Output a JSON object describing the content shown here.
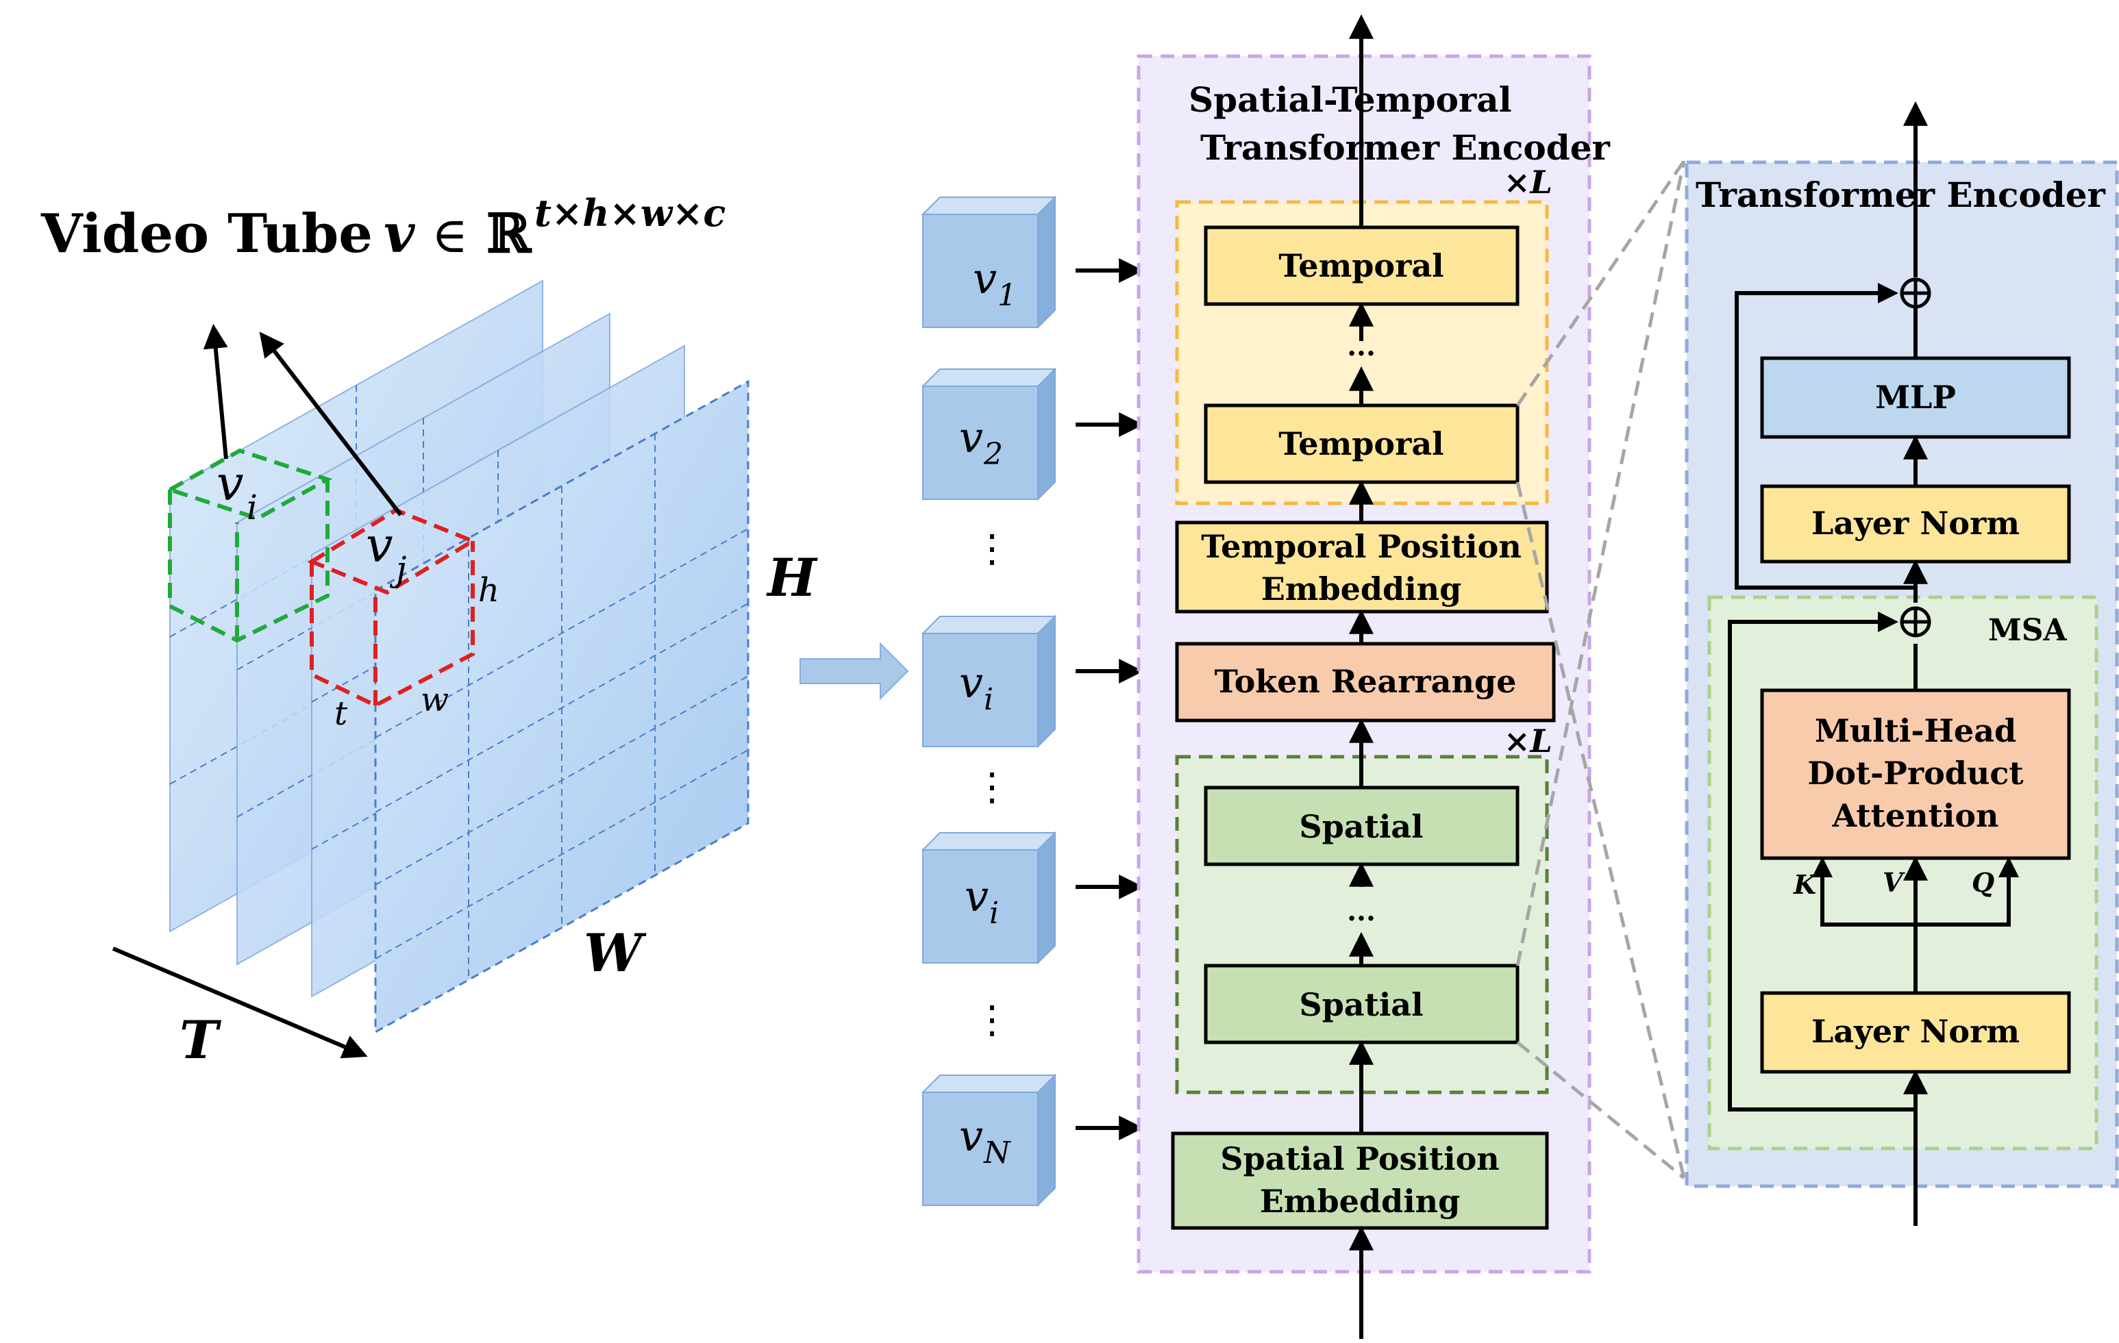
{
  "left_panel": {
    "title": "Video Tube",
    "formula": {
      "var": "v",
      "in": "∈",
      "set": "ℝ",
      "exponent": "t×h×w×c"
    },
    "tube_i": {
      "base": "v",
      "sub": "i"
    },
    "tube_j": {
      "base": "v",
      "sub": "j"
    },
    "dim_h": "h",
    "dim_t": "t",
    "dim_w": "w",
    "axis_H": "H",
    "axis_W": "W",
    "axis_T": "T"
  },
  "tokens": [
    {
      "base": "v",
      "sub": "1"
    },
    {
      "base": "v",
      "sub": "2"
    },
    {
      "base": "v",
      "sub": "i"
    },
    {
      "base": "v",
      "sub": "i"
    },
    {
      "base": "v",
      "sub": "N"
    }
  ],
  "ellipsis": "⋮",
  "dots": "···",
  "st_encoder": {
    "title_line1": "Spatial-Temporal",
    "title_line2": "Transformer Encoder",
    "repeat_temporal": "×L",
    "repeat_spatial": "×L",
    "temporal_top": "Temporal",
    "temporal_bottom": "Temporal",
    "temporal_pos_line1": "Temporal Position",
    "temporal_pos_line2": "Embedding",
    "token_rearrange": "Token Rearrange",
    "spatial_top": "Spatial",
    "spatial_bottom": "Spatial",
    "spatial_pos_line1": "Spatial Position",
    "spatial_pos_line2": "Embedding"
  },
  "transformer_encoder": {
    "title": "Transformer  Encoder",
    "plus": "⊕",
    "mlp": "MLP",
    "layer_norm_top": "Layer Norm",
    "msa_label": "MSA",
    "attention_line1": "Multi-Head",
    "attention_line2": "Dot-Product",
    "attention_line3": "Attention",
    "k": "K",
    "v": "V",
    "q": "Q",
    "layer_norm_bottom": "Layer Norm"
  },
  "colors": {
    "temporal_fill": "#fde69a",
    "temporal_group_fill": "#fff2cc",
    "temporal_group_border": "#f4b942",
    "spatial_fill": "#c6e0b4",
    "spatial_group_fill": "#e2efda",
    "spatial_group_border": "#548235",
    "rearrange_fill": "#f8cbad",
    "mlp_fill": "#bdd7ee",
    "st_panel_fill": "#efeafc",
    "st_panel_border": "#c9a6e4",
    "te_panel_fill": "#dae3f3",
    "te_panel_border": "#8faadc",
    "msa_fill": "#e2efda",
    "msa_border": "#a9d18e",
    "cube_front": "#a9c9ea",
    "cube_top": "#cfe2f5",
    "cube_side": "#86afdc",
    "frame_fill": "#bcd7f4",
    "tube_i_color": "#1faa3a",
    "tube_j_color": "#e02020"
  }
}
